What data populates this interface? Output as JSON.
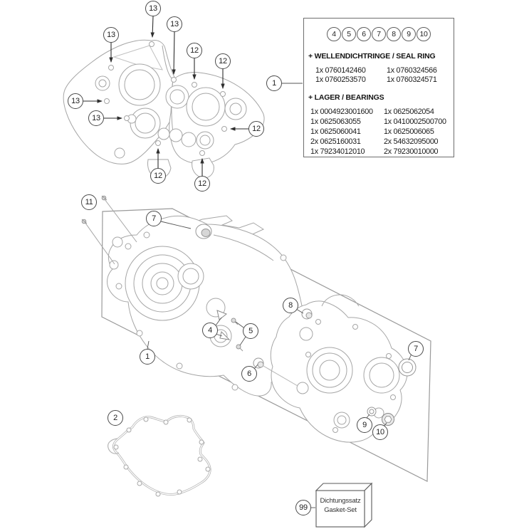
{
  "page": {
    "background": "#ffffff"
  },
  "colors": {
    "line_art": "#a6a6a6",
    "arrow": "#2e2e2e",
    "callout_stroke": "#4a4a4a",
    "text": "#1a1a1a",
    "box_border": "#6e6e6e"
  },
  "info_box": {
    "ref_items": [
      "4",
      "5",
      "6",
      "7",
      "8",
      "9",
      "10"
    ],
    "sections": [
      {
        "title": "+ WELLENDICHTRINGE / SEAL RING",
        "rows": [
          [
            "1x 0760142460",
            "1x 0760324566"
          ],
          [
            "1x 0760253570",
            "1x 0760324571"
          ]
        ]
      },
      {
        "title": "+ LAGER / BEARINGS",
        "rows": [
          [
            "1x 0004923001600",
            "1x 0625062054"
          ],
          [
            "1x 0625063055",
            "1x 0410002500700"
          ],
          [
            "1x 0625060041",
            "1x 0625006065"
          ],
          [
            "2x 0625160031",
            "2x 54632095000"
          ],
          [
            "1x 79234012010",
            "2x 79230010000"
          ]
        ]
      }
    ]
  },
  "callouts": [
    {
      "label": "13"
    },
    {
      "label": "13"
    },
    {
      "label": "13"
    },
    {
      "label": "12"
    },
    {
      "label": "12"
    },
    {
      "label": "13"
    },
    {
      "label": "13"
    },
    {
      "label": "12"
    },
    {
      "label": "12"
    },
    {
      "label": "12"
    },
    {
      "label": "1"
    },
    {
      "label": "11"
    },
    {
      "label": "7"
    },
    {
      "label": "4"
    },
    {
      "label": "5"
    },
    {
      "label": "8"
    },
    {
      "label": "6"
    },
    {
      "label": "7"
    },
    {
      "label": "9"
    },
    {
      "label": "10"
    },
    {
      "label": "1"
    },
    {
      "label": "2"
    },
    {
      "label": "99"
    }
  ],
  "gasket_box": {
    "line1": "Dichtungssatz",
    "line2": "Gasket-Set"
  }
}
